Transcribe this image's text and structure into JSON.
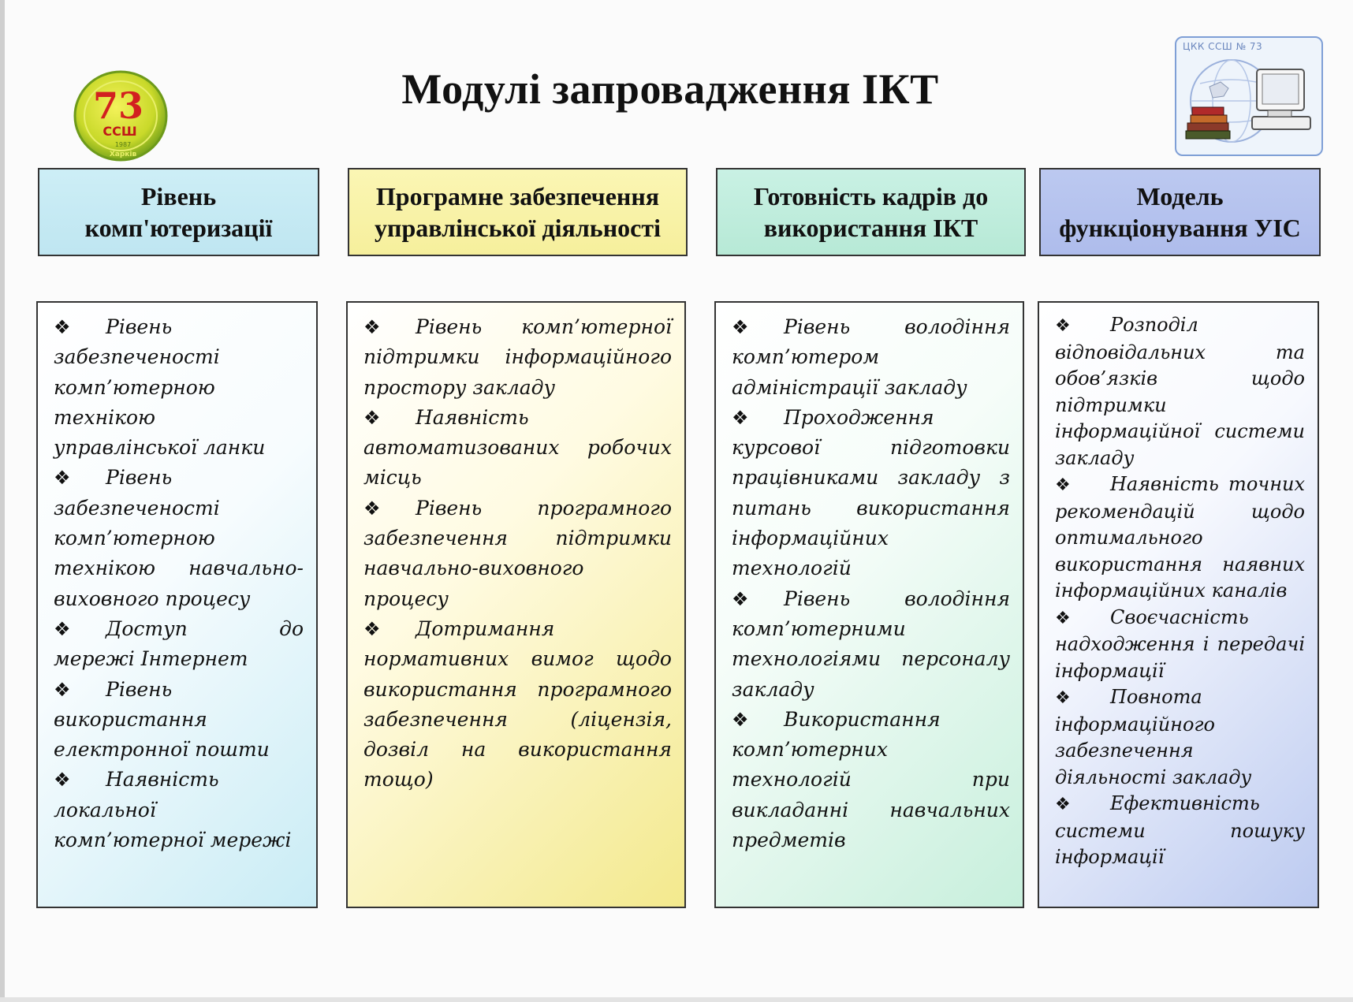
{
  "title": "Модулі запровадження ІКТ",
  "logos": {
    "left": {
      "big": "73",
      "small": "ССШ",
      "year": "1987",
      "city": "Харків"
    },
    "right": {
      "label": "ЦКК ССШ № 73"
    }
  },
  "bullet_symbol": "❖",
  "columns": [
    {
      "header": "Рівень комп'ютеризації",
      "items": [
        "Рівень забезпеченості комп’ютерною технікою управлінської ланки",
        "Рівень забезпеченості комп’ютерною технікою навчально-виховного процесу",
        "Доступ до мережі Інтернет",
        "Рівень використання електронної пошти",
        "Наявність локальної комп’ютерної мережі"
      ]
    },
    {
      "header": "Програмне забезпечення управлінської діяльності",
      "items": [
        "Рівень комп’ютерної підтримки інформаційного простору закладу",
        "Наявність автоматизованих робочих місць",
        "Рівень програмного забезпечення підтримки навчально-виховного процесу",
        "Дотримання нормативних вимог щодо використання програмного забезпечення (ліцензія, дозвіл на використання тощо)"
      ]
    },
    {
      "header": "Готовність кадрів до використання ІКТ",
      "items": [
        "Рівень володіння комп’ютером адміністрації закладу",
        "Проходження курсової підготовки працівниками закладу з питань використання інформаційних технологій",
        "Рівень володіння комп’ютерними технологіями персоналу закладу",
        "Використання комп’ютерних технологій при викладанні навчальних предметів"
      ]
    },
    {
      "header": "Модель функціонування УІС",
      "items": [
        "Розподіл відповідальних та обов’язків щодо підтримки інформаційної системи закладу",
        "Наявність точних рекомендацій щодо оптимального використання наявних інформаційних каналів",
        "Своєчасність надходження і передачі інформації",
        "Повнота інформаційного забезпечення діяльності закладу",
        "Ефективність системи пошуку інформації"
      ]
    }
  ]
}
